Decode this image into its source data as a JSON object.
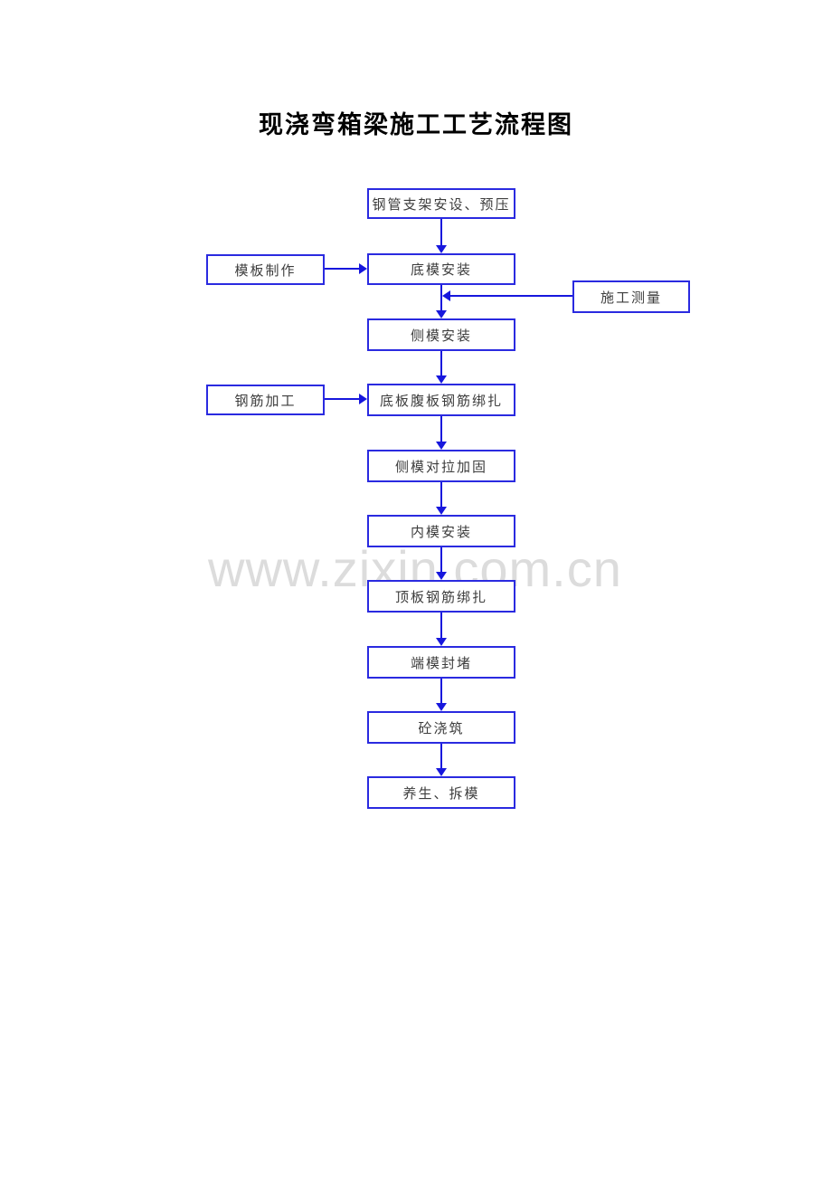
{
  "title": "现浇弯箱梁施工工艺流程图",
  "watermark": "www.zixin.com.cn",
  "diagram": {
    "type": "flowchart",
    "accent_color": "#2a2ae0",
    "node_text_color": "#3d3d3d",
    "watermark_color": "#dcdcdc",
    "nodes": {
      "pipe_support": {
        "label": "钢管支架安设、预压"
      },
      "formwork_fab": {
        "label": "模板制作"
      },
      "bottom_form": {
        "label": "底模安装"
      },
      "survey": {
        "label": "施工测量"
      },
      "side_form": {
        "label": "侧模安装"
      },
      "rebar_proc": {
        "label": "钢筋加工"
      },
      "bottom_web_rebar": {
        "label": "底板腹板钢筋绑扎"
      },
      "side_tie": {
        "label": "侧模对拉加固"
      },
      "inner_form": {
        "label": "内模安装"
      },
      "top_rebar": {
        "label": "顶板钢筋绑扎"
      },
      "end_seal": {
        "label": "端模封堵"
      },
      "pour": {
        "label": "砼浇筑"
      },
      "cure": {
        "label": "养生、拆模"
      }
    },
    "edges": [
      {
        "from": "钢管支架安设、预压",
        "to": "底模安装"
      },
      {
        "from": "模板制作",
        "to": "底模安装"
      },
      {
        "from": "底模安装",
        "to": "侧模安装"
      },
      {
        "from": "施工测量",
        "to": "侧模安装"
      },
      {
        "from": "侧模安装",
        "to": "底板腹板钢筋绑扎"
      },
      {
        "from": "钢筋加工",
        "to": "底板腹板钢筋绑扎"
      },
      {
        "from": "底板腹板钢筋绑扎",
        "to": "侧模对拉加固"
      },
      {
        "from": "侧模对拉加固",
        "to": "内模安装"
      },
      {
        "from": "内模安装",
        "to": "顶板钢筋绑扎"
      },
      {
        "from": "顶板钢筋绑扎",
        "to": "端模封堵"
      },
      {
        "from": "端模封堵",
        "to": "砼浇筑"
      },
      {
        "from": "砼浇筑",
        "to": "养生、拆模"
      }
    ]
  }
}
